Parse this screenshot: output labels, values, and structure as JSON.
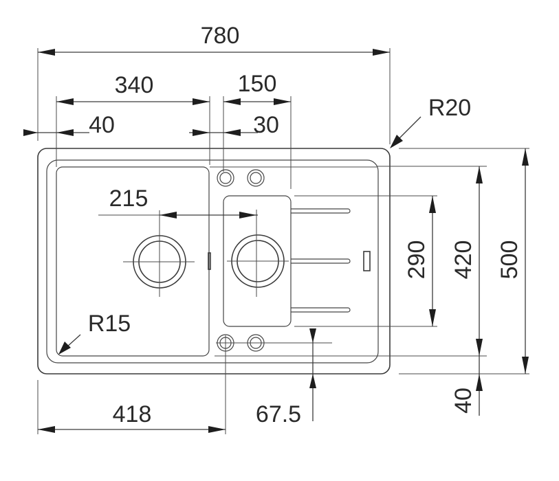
{
  "drawing": {
    "subject": "double-bowl sink with drainer — top view dimension drawing",
    "units": "mm",
    "dimensions": {
      "overall_width": "780",
      "main_bowl_width": "340",
      "small_bowl_width": "150",
      "left_rim_offset": "40",
      "bowl_gap": "30",
      "drain_spacing": "215",
      "small_bowl_height": "290",
      "inner_height": "420",
      "overall_depth": "500",
      "bottom_rim_offset": "40",
      "cutout_to_center": "418",
      "tap_hole_offset": "67.5",
      "outer_corner_radius": "R20",
      "bowl_corner_radius": "R15"
    }
  },
  "colors": {
    "line": "#3a3a3a",
    "arrow": "#1e1e1e",
    "background": "#ffffff"
  }
}
